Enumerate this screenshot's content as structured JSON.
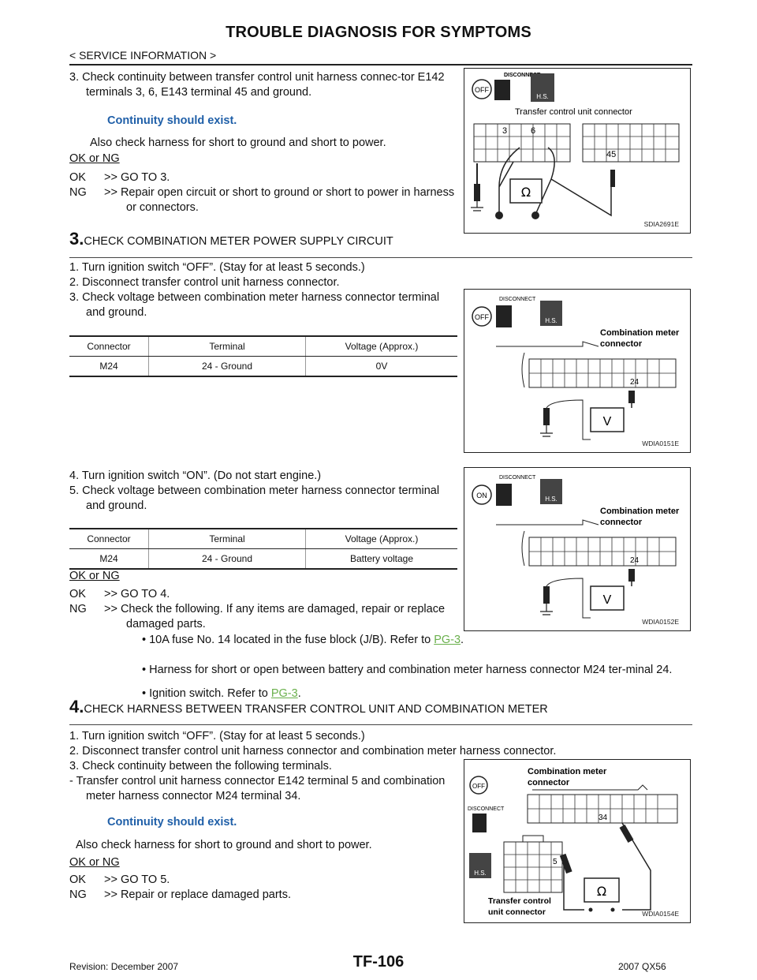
{
  "header": {
    "title": "TROUBLE DIAGNOSIS FOR SYMPTOMS",
    "breadcrumb": "< SERVICE INFORMATION >"
  },
  "s2": {
    "item3": "3. Check continuity between transfer control unit harness connec-tor E142 terminals 3, 6, E143 terminal 45 and ground.",
    "spec": "Continuity should exist.",
    "also": "Also check harness for short to ground and short to power.",
    "okng": "OK or NG",
    "ok_key": "OK",
    "ok_val": ">> GO TO 3.",
    "ng_key": "NG",
    "ng_val": ">> Repair open circuit or short to ground or short to power in harness or connectors.",
    "fig": {
      "disconnect": "DISCONNECT",
      "off": "OFF",
      "hs": "H.S.",
      "label": "Transfer control unit connector",
      "t1": "3",
      "t2": "6",
      "t3": "45",
      "omega": "Ω",
      "code": "SDIA2691E"
    }
  },
  "s3": {
    "num": "3.",
    "heading": "CHECK COMBINATION METER POWER SUPPLY CIRCUIT",
    "i1": "1. Turn ignition switch “OFF”. (Stay for at least 5 seconds.)",
    "i2": "2. Disconnect transfer control unit harness connector.",
    "i3": "3. Check voltage between combination meter harness connector terminal and ground.",
    "table1": {
      "h1": "Connector",
      "h2": "Terminal",
      "h3": "Voltage (Approx.)",
      "c1": "M24",
      "c2": "24 - Ground",
      "c3": "0V"
    },
    "i4": "4. Turn ignition switch “ON”. (Do not start engine.)",
    "i5": "5. Check voltage between combination meter harness connector terminal and ground.",
    "table2": {
      "h1": "Connector",
      "h2": "Terminal",
      "h3": "Voltage (Approx.)",
      "c1": "M24",
      "c2": "24 - Ground",
      "c3": "Battery voltage"
    },
    "okng": "OK or NG",
    "ok_key": "OK",
    "ok_val": ">> GO TO 4.",
    "ng_key": "NG",
    "ng_val": ">>   Check the following. If any items are damaged, repair or replace damaged parts.",
    "b1": "• 10A fuse No. 14 located in the fuse block (J/B). Refer to ",
    "b1link": "PG-3",
    "b2": "• Harness for short or open between battery and combination meter harness connector M24 ter-minal 24.",
    "b3": "• Ignition switch. Refer to ",
    "b3link": "PG-3",
    "fig1": {
      "disconnect": "DISCONNECT",
      "off": "OFF",
      "hs": "H.S.",
      "label1": "Combination meter",
      "label2": "connector",
      "term": "24",
      "v": "V",
      "code": "WDIA0151E"
    },
    "fig2": {
      "disconnect": "DISCONNECT",
      "on": "ON",
      "hs": "H.S.",
      "label1": "Combination meter",
      "label2": "connector",
      "term": "24",
      "v": "V",
      "code": "WDIA0152E"
    }
  },
  "s4": {
    "num": "4.",
    "heading": "CHECK HARNESS BETWEEN TRANSFER CONTROL UNIT AND COMBINATION METER",
    "i1": "1. Turn ignition switch “OFF”. (Stay for at least 5 seconds.)",
    "i2": "2. Disconnect transfer control unit harness connector and combination meter harness connector.",
    "i3": "3. Check continuity between the following terminals.",
    "i4": "- Transfer control unit harness connector E142 terminal 5 and combination meter harness connector M24 terminal 34.",
    "spec": "Continuity should exist.",
    "also": "Also check harness for short to ground and short to power.",
    "okng": "OK or NG",
    "ok_key": "OK",
    "ok_val": ">>  GO TO 5.",
    "ng_key": "NG",
    "ng_val": ">> Repair or replace damaged parts.",
    "fig": {
      "off": "OFF",
      "disconnect": "DISCONNECT",
      "hs": "H.S.",
      "label1": "Combination meter",
      "label2": "connector",
      "t34": "34",
      "t5": "5",
      "label3": "Transfer control",
      "label4": "unit connector",
      "omega": "Ω",
      "code": "WDIA0154E"
    }
  },
  "footer": {
    "revision": "Revision: December 2007",
    "page": "TF-106",
    "model": "2007 QX56"
  }
}
